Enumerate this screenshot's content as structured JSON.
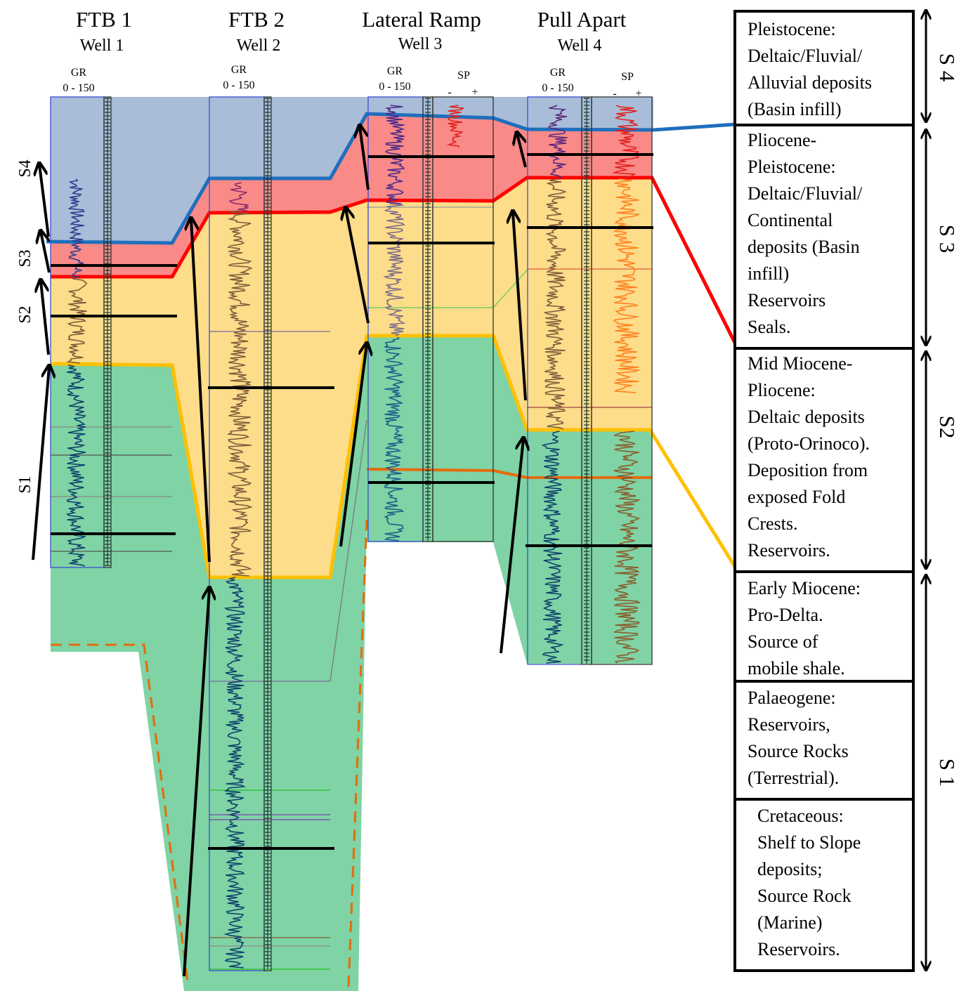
{
  "wells": [
    {
      "title": "FTB 1",
      "subtitle": "Well 1",
      "logs": [
        "GR",
        "0 - 150"
      ]
    },
    {
      "title": "FTB 2",
      "subtitle": "Well 2",
      "logs": [
        "GR",
        "0 - 150"
      ]
    },
    {
      "title": "Lateral Ramp",
      "subtitle": "Well 3",
      "logs": [
        "GR",
        "0 - 150",
        "SP"
      ]
    },
    {
      "title": "Pull Apart",
      "subtitle": "Well 4",
      "logs": [
        "GR",
        "0 - 150",
        "SP"
      ]
    }
  ],
  "sp_signs": [
    "-",
    "+"
  ],
  "sequence_labels_left": [
    "S4",
    "S3",
    "S2",
    "S1"
  ],
  "sequence_labels_right": [
    "S 4",
    "S 3",
    "S2",
    "S 1"
  ],
  "legend": {
    "boxes": [
      [
        "Pleistocene:",
        "Deltaic/Fluvial/",
        "Alluvial deposits",
        "(Basin infill)"
      ],
      [
        "Pliocene-",
        "Pleistocene:",
        "Deltaic/Fluvial/",
        "Continental",
        "deposits (Basin",
        "infill)",
        "Reservoirs",
        "Seals."
      ],
      [
        "Mid Miocene-",
        "Pliocene:",
        "Deltaic deposits",
        "(Proto-Orinoco).",
        "Deposition from",
        "exposed Fold",
        "Crests.",
        "Reservoirs."
      ],
      [
        "Early Miocene:",
        "Pro-Delta.",
        "Source of",
        "mobile shale."
      ],
      [
        "Palaeogene:",
        "Reservoirs,",
        "Source Rocks",
        "(Terrestrial)."
      ],
      [
        "Cretaceous:",
        "Shelf to Slope",
        "deposits;",
        "Source Rock",
        "(Marine)",
        "Reservoirs."
      ]
    ]
  },
  "colors": {
    "s4_fill": "#a9bcd8",
    "s3_fill": "#f98a88",
    "s2_fill": "#fddc8a",
    "s1_fill": "#7fd3a5",
    "s4_line": "#1f6fbd",
    "s3_line": "#ff0000",
    "s2_line": "#ffc000",
    "s1_dashed": "#e46c0a",
    "gr_trace": "#0b3d6b",
    "gr_brown": "#7b5a3a",
    "sp_red": "#e0201e",
    "sp_orange": "#ff7f1e"
  }
}
